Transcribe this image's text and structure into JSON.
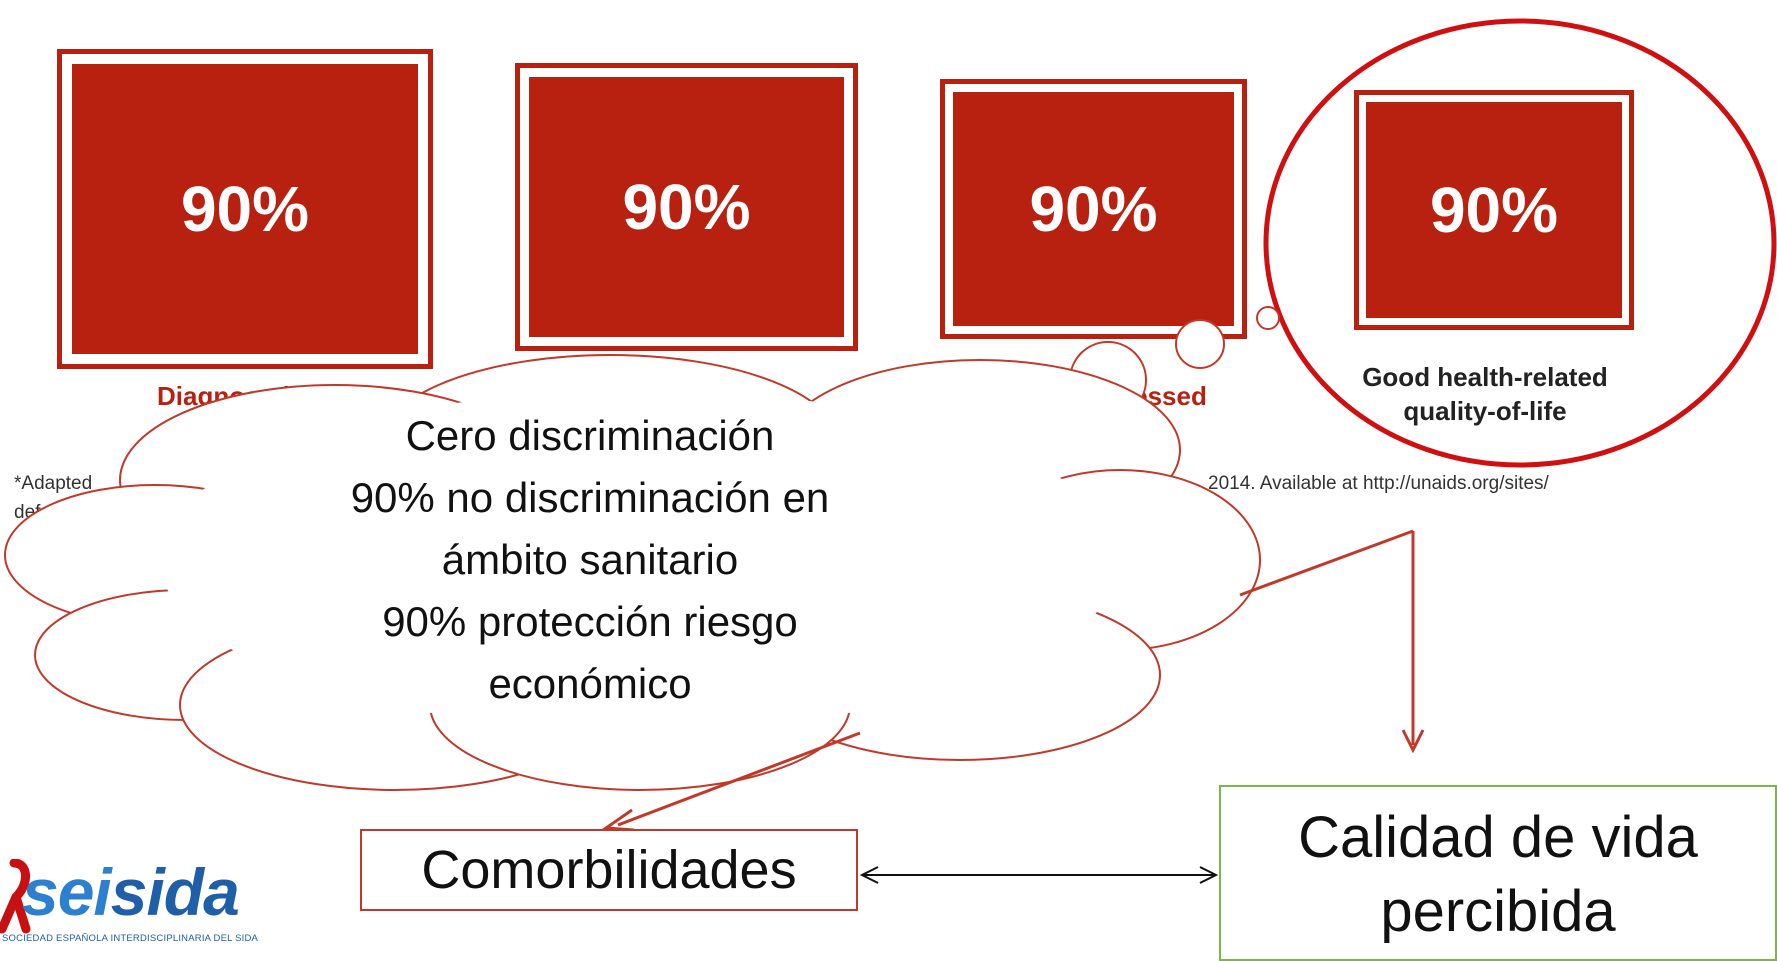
{
  "boxes": [
    {
      "value": "90%",
      "caption": "Diagnosed"
    },
    {
      "value": "90%",
      "caption": ""
    },
    {
      "value": "90%",
      "caption": "ressed"
    },
    {
      "value": "90%",
      "caption": ""
    }
  ],
  "good_health_caption": [
    "Good health-related",
    "quality-of-life"
  ],
  "footnote": {
    "left_line1": "*Adapted",
    "left_line2": "def",
    "right": "2014. Available at http://unaids.org/sites/"
  },
  "cloud_lines": [
    "Cero discriminación",
    "90% no discriminación en",
    "ámbito sanitario",
    "90% protección riesgo",
    "económico"
  ],
  "comorbilidades": "Comorbilidades",
  "calidad": [
    "Calidad de vida",
    "percibida"
  ],
  "logo": {
    "word_a": "sei",
    "word_b": "sida",
    "subtitle": "SOCIEDAD ESPAÑOLA INTERDISCIPLINARIA DEL SIDA"
  },
  "colors": {
    "accent_red": "#b82010",
    "green_border": "#7ab648",
    "logo_blue": "#1f5fa8"
  }
}
